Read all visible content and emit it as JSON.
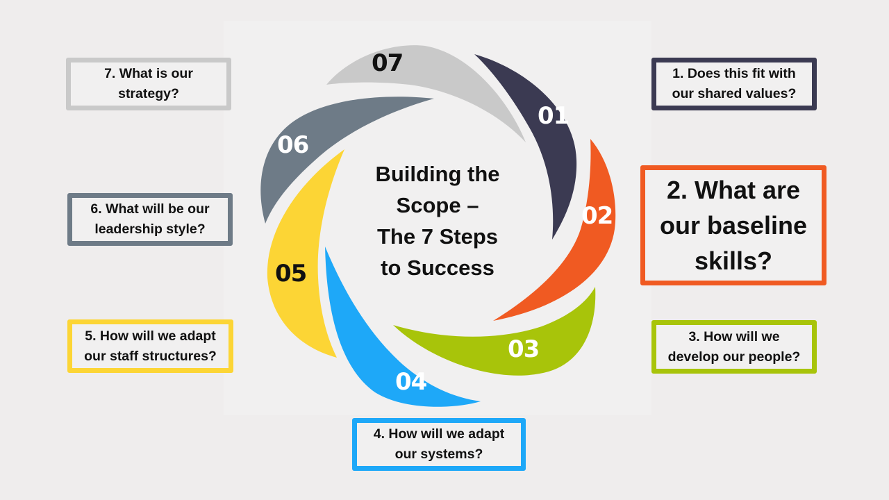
{
  "title": {
    "lines": [
      "Building the",
      "Scope –",
      "The 7 Steps",
      "to Success"
    ]
  },
  "colors": {
    "background": "#efeded",
    "step1": "#3b3a52",
    "step2": "#f05a22",
    "step3": "#a8c40a",
    "step4": "#1ea8f8",
    "step5": "#fcd535",
    "step6": "#6e7b87",
    "step7": "#c9c9c9"
  },
  "steps": [
    {
      "number": "01",
      "lines": [
        "1. Does this fit with",
        "our shared values?"
      ],
      "color": "#3b3a52",
      "number_color": "#ffffff"
    },
    {
      "number": "02",
      "lines": [
        "2. What are",
        "our baseline",
        "skills?"
      ],
      "color": "#f05a22",
      "number_color": "#ffffff"
    },
    {
      "number": "03",
      "lines": [
        "3. How will we",
        "develop our people?"
      ],
      "color": "#a8c40a",
      "number_color": "#ffffff"
    },
    {
      "number": "04",
      "lines": [
        "4. How will we adapt",
        "our systems?"
      ],
      "color": "#1ea8f8",
      "number_color": "#ffffff"
    },
    {
      "number": "05",
      "lines": [
        "5. How will we adapt",
        "our staff structures?"
      ],
      "color": "#fcd535",
      "number_color": "#111111"
    },
    {
      "number": "06",
      "lines": [
        "6. What will be our",
        "leadership style?"
      ],
      "color": "#6e7b87",
      "number_color": "#ffffff"
    },
    {
      "number": "07",
      "lines": [
        "7. What is our",
        "strategy?"
      ],
      "color": "#c9c9c9",
      "number_color": "#111111"
    }
  ]
}
